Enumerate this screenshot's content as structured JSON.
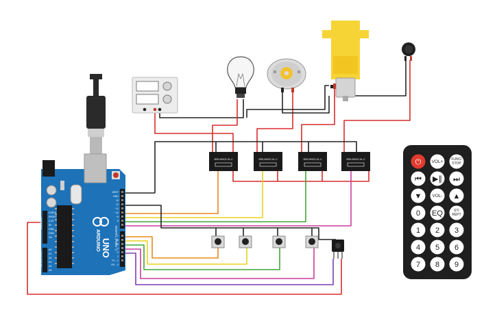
{
  "arduino": {
    "brand": "ARDUINO",
    "model": "UNO",
    "header_labels_top": [
      "AREF",
      "GND",
      "13",
      "12",
      "~11",
      "~10",
      "~9",
      "8"
    ],
    "header_labels_bottom": [
      "7",
      "~6",
      "~5",
      "4",
      "~3",
      "2",
      "TX→1",
      "RX←0"
    ],
    "power_labels": [
      "IOREF",
      "RESET",
      "3.3V",
      "5V",
      "GND",
      "GND",
      "Vin"
    ],
    "analog_labels": [
      "A0",
      "A1",
      "A2",
      "A3",
      "A4",
      "A5"
    ],
    "digital_label": "DIGITAL (PWM ~)",
    "analog_label": "ANALOG IN",
    "power_label": "POWER"
  },
  "relays": [
    {
      "label": "SRD-05VDC-SL-C"
    },
    {
      "label": "SRD-05VDC-SL-C"
    },
    {
      "label": "SRD-05VDC-SL-C"
    },
    {
      "label": "SRD-05VDC-SL-C"
    }
  ],
  "remote": {
    "buttons": [
      {
        "label": "⏻",
        "icon": "power-icon"
      },
      {
        "label": "VOL+"
      },
      {
        "label": "FUNC/ STOP"
      },
      {
        "label": "⏮",
        "icon": "rewind-icon"
      },
      {
        "label": "▶∥",
        "icon": "play-pause-icon"
      },
      {
        "label": "⏭",
        "icon": "fast-forward-icon"
      },
      {
        "label": "▼",
        "icon": "down-icon"
      },
      {
        "label": "VOL-"
      },
      {
        "label": "▲",
        "icon": "up-icon"
      },
      {
        "label": "0"
      },
      {
        "label": "EQ"
      },
      {
        "label": "ST/ REPT"
      },
      {
        "label": "1"
      },
      {
        "label": "2"
      },
      {
        "label": "3"
      },
      {
        "label": "4"
      },
      {
        "label": "5"
      },
      {
        "label": "6"
      },
      {
        "label": "7"
      },
      {
        "label": "8"
      },
      {
        "label": "9"
      }
    ]
  },
  "colors": {
    "board": "#1d72b8",
    "wire_red": "#d92b2b",
    "wire_black": "#222222",
    "wire_orange": "#e8891c",
    "wire_yellow": "#e8d21c",
    "wire_green": "#3fa535",
    "wire_magenta": "#c93c9d",
    "wire_purple": "#7a3db0",
    "relay": "#1a1a1a",
    "motor_yellow": "#f7d436",
    "remote_body": "#1f1f1f",
    "remote_power": "#e23b2e"
  }
}
